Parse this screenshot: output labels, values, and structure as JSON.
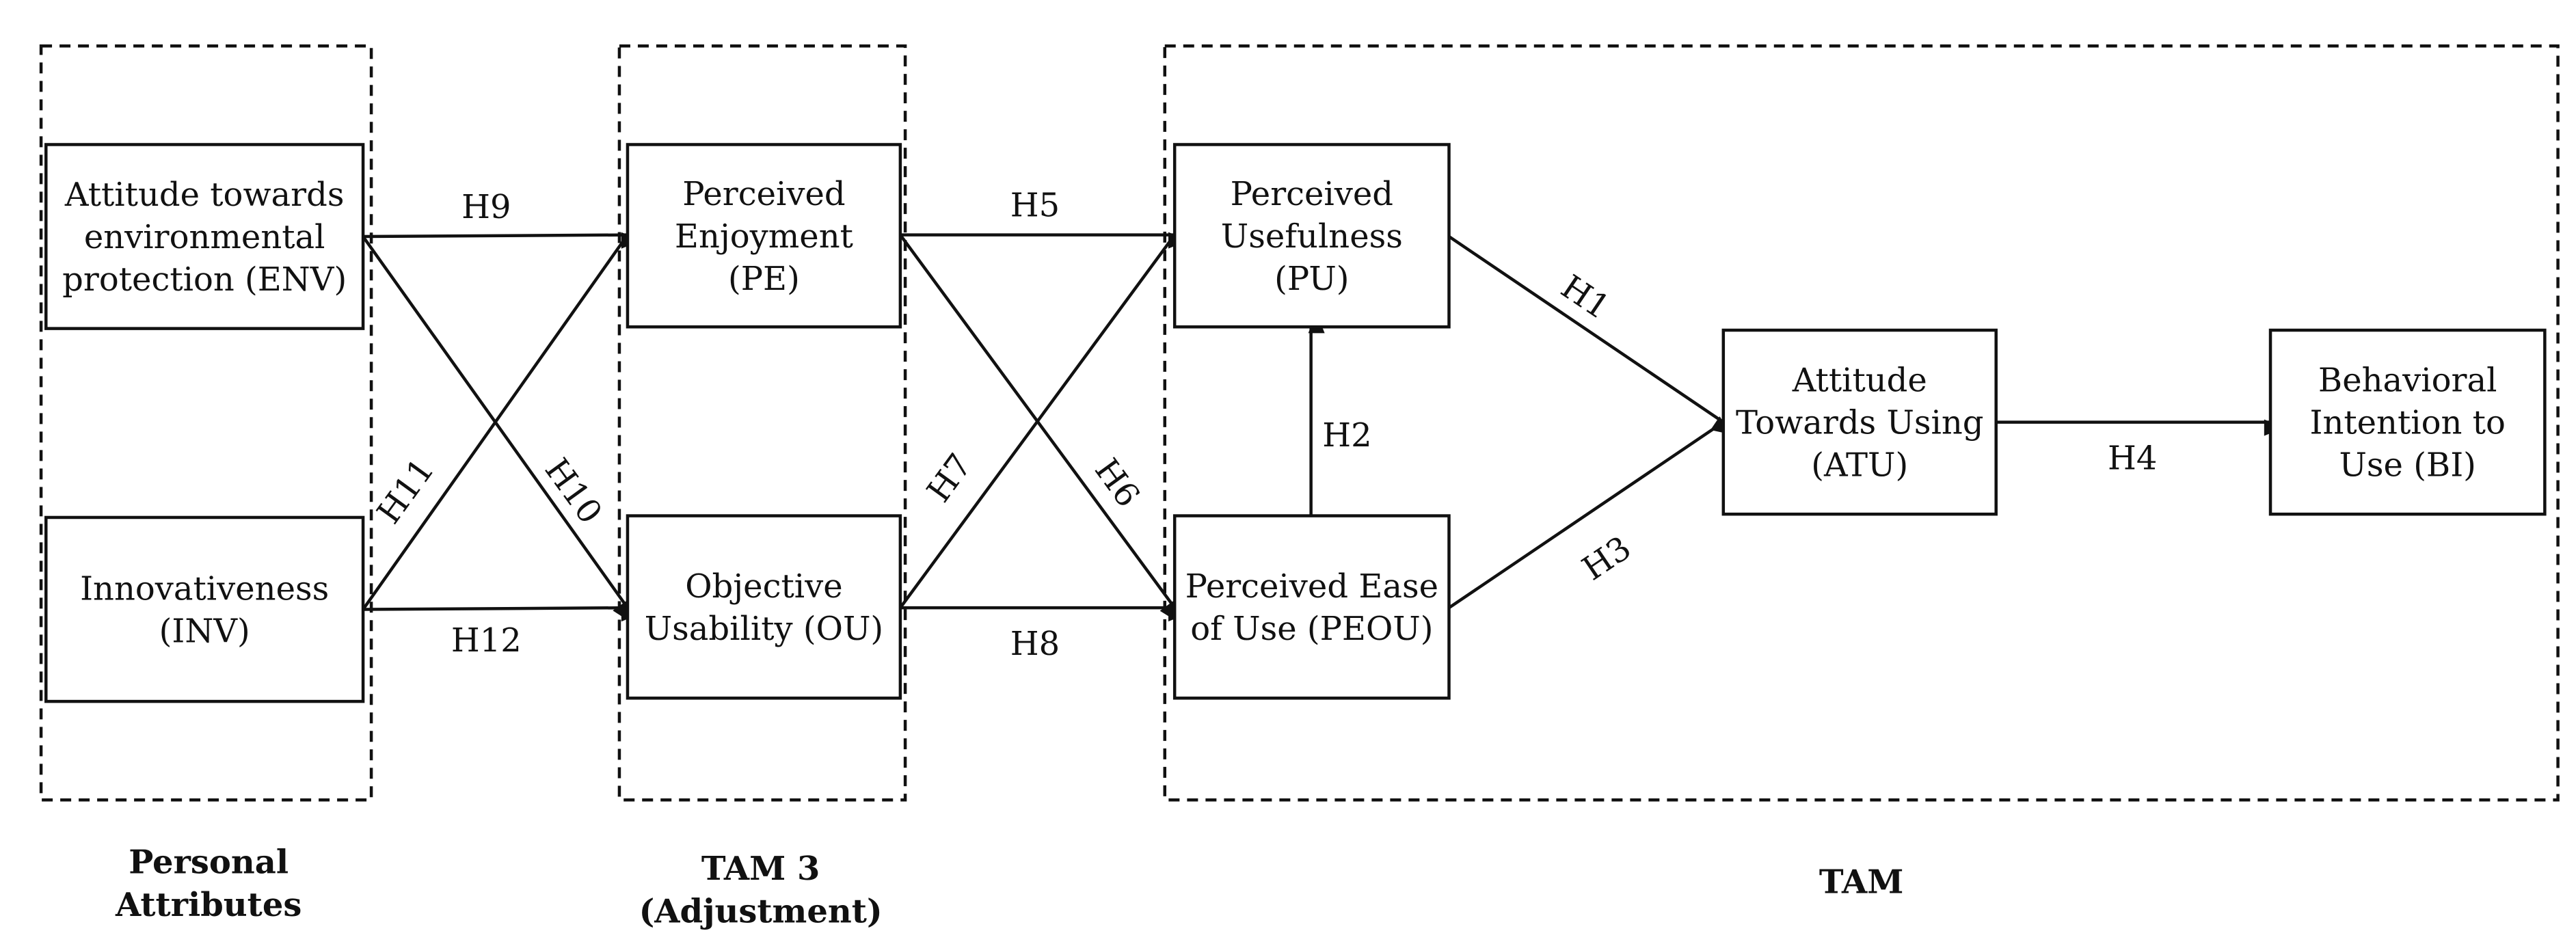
{
  "colors": {
    "stroke": "#111111",
    "background": "#ffffff"
  },
  "groups": [
    {
      "id": "personal",
      "label_lines": [
        "Personal",
        "Attributes"
      ]
    },
    {
      "id": "tam3",
      "label_lines": [
        "TAM 3",
        "(Adjustment)"
      ]
    },
    {
      "id": "tam",
      "label_lines": [
        "TAM"
      ]
    }
  ],
  "nodes": [
    {
      "id": "ENV",
      "lines": [
        "Attitude towards",
        "environmental",
        "protection (ENV)"
      ]
    },
    {
      "id": "INV",
      "lines": [
        "Innovativeness",
        "(INV)"
      ]
    },
    {
      "id": "PE",
      "lines": [
        "Perceived",
        "Enjoyment",
        "(PE)"
      ]
    },
    {
      "id": "OU",
      "lines": [
        "Objective",
        "Usability (OU)"
      ]
    },
    {
      "id": "PU",
      "lines": [
        "Perceived",
        "Usefulness",
        "(PU)"
      ]
    },
    {
      "id": "PEOU",
      "lines": [
        "Perceived Ease",
        "of Use (PEOU)"
      ]
    },
    {
      "id": "ATU",
      "lines": [
        "Attitude",
        "Towards Using",
        "(ATU)"
      ]
    },
    {
      "id": "BI",
      "lines": [
        "Behavioral",
        "Intention to",
        "Use (BI)"
      ]
    }
  ],
  "edges": [
    {
      "from": "ENV",
      "to": "PE",
      "label": "H9"
    },
    {
      "from": "ENV",
      "to": "OU",
      "label": "H10"
    },
    {
      "from": "INV",
      "to": "PE",
      "label": "H11"
    },
    {
      "from": "INV",
      "to": "OU",
      "label": "H12"
    },
    {
      "from": "PE",
      "to": "PU",
      "label": "H5"
    },
    {
      "from": "PE",
      "to": "PEOU",
      "label": "H6"
    },
    {
      "from": "OU",
      "to": "PU",
      "label": "H7"
    },
    {
      "from": "OU",
      "to": "PEOU",
      "label": "H8"
    },
    {
      "from": "PEOU",
      "to": "PU",
      "label": "H2"
    },
    {
      "from": "PU",
      "to": "ATU",
      "label": "H1"
    },
    {
      "from": "PEOU",
      "to": "ATU",
      "label": "H3"
    },
    {
      "from": "ATU",
      "to": "BI",
      "label": "H4"
    }
  ]
}
